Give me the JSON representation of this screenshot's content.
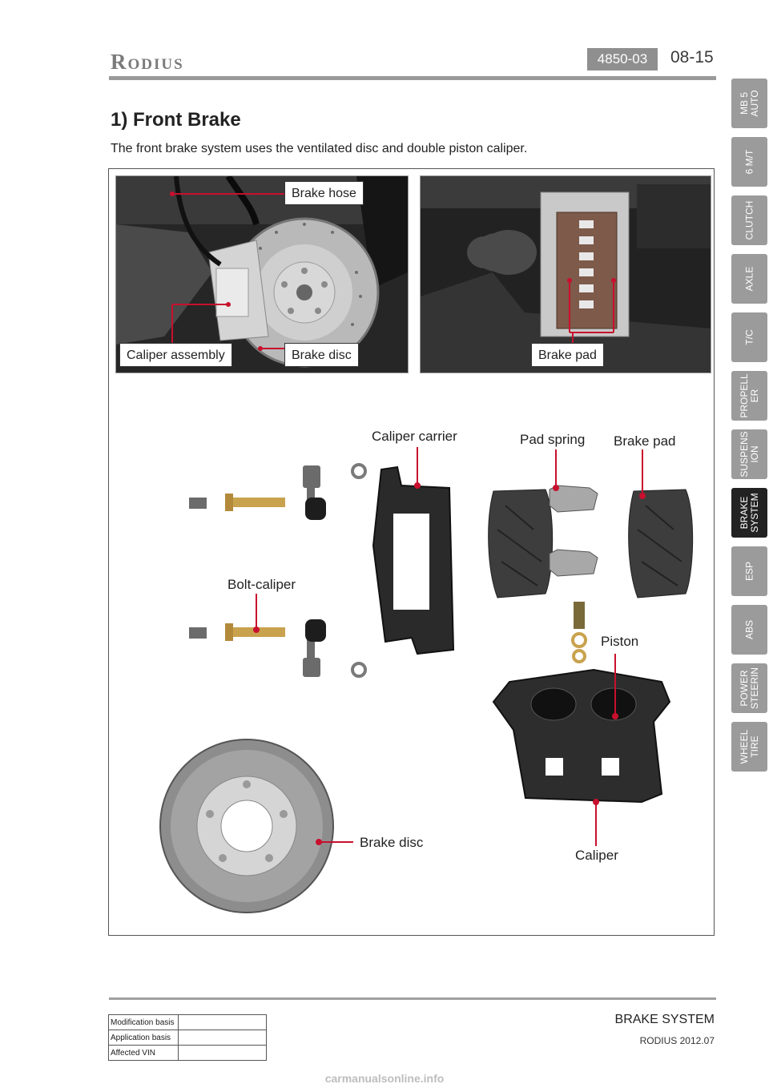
{
  "header": {
    "logo_text": "Rodius",
    "code": "4850-03",
    "page_number": "08-15"
  },
  "section": {
    "title": "1) Front Brake",
    "intro": "The front brake system uses the ventilated disc and double piston caliper."
  },
  "photos": {
    "left_labels": {
      "brake_hose": "Brake hose",
      "caliper_assembly": "Caliper assembly",
      "brake_disc": "Brake disc"
    },
    "right_labels": {
      "brake_pad": "Brake pad"
    }
  },
  "parts": {
    "caliper_carrier": "Caliper carrier",
    "pad_spring": "Pad spring",
    "brake_pad": "Brake pad",
    "bolt_caliper": "Bolt-caliper",
    "piston": "Piston",
    "brake_disc": "Brake disc",
    "caliper": "Caliper"
  },
  "sidebar": {
    "items": [
      {
        "label": "MB 5\nAUTO",
        "active": false
      },
      {
        "label": "6 M/T",
        "active": false
      },
      {
        "label": "CLUTCH",
        "active": false
      },
      {
        "label": "AXLE",
        "active": false
      },
      {
        "label": "T/C",
        "active": false
      },
      {
        "label": "PROPELL\nER",
        "active": false
      },
      {
        "label": "SUSPENS\nION",
        "active": false
      },
      {
        "label": "BRAKE\nSYSTEM",
        "active": true
      },
      {
        "label": "ESP",
        "active": false
      },
      {
        "label": "ABS",
        "active": false
      },
      {
        "label": "POWER\nSTEERIN",
        "active": false
      },
      {
        "label": "WHEEL\nTIRE",
        "active": false
      }
    ]
  },
  "footer": {
    "section_name": "BRAKE SYSTEM",
    "model_date": "RODIUS 2012.07",
    "table": [
      {
        "label": "Modification basis",
        "value": ""
      },
      {
        "label": "Application basis",
        "value": ""
      },
      {
        "label": "Affected VIN",
        "value": ""
      }
    ],
    "watermark": "carmanualsonline.info"
  }
}
